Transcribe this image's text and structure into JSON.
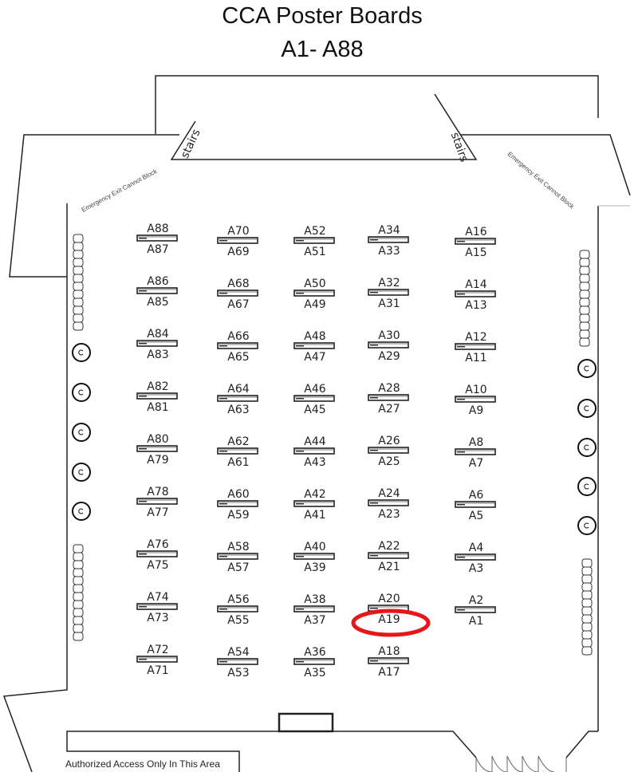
{
  "title": {
    "line1": "CCA Poster Boards",
    "line2": "A1- A88"
  },
  "labels": {
    "stairs_left": "stairs",
    "stairs_right": "stairs",
    "emergency_left": "Emergency Exit Cannot Block",
    "emergency_right": "Emergency Exit Cannot Block",
    "authorized": "Authorized Access Only In This Area"
  },
  "highlight": {
    "board": "A19",
    "color": "#e8161b"
  },
  "columns": [
    {
      "boards": [
        [
          "A88",
          "A87"
        ],
        [
          "A86",
          "A85"
        ],
        [
          "A84",
          "A83"
        ],
        [
          "A82",
          "A81"
        ],
        [
          "A80",
          "A79"
        ],
        [
          "A78",
          "A77"
        ],
        [
          "A76",
          "A75"
        ],
        [
          "A74",
          "A73"
        ],
        [
          "A72",
          "A71"
        ]
      ]
    },
    {
      "boards": [
        [
          "A70",
          "A69"
        ],
        [
          "A68",
          "A67"
        ],
        [
          "A66",
          "A65"
        ],
        [
          "A64",
          "A63"
        ],
        [
          "A62",
          "A61"
        ],
        [
          "A60",
          "A59"
        ],
        [
          "A58",
          "A57"
        ],
        [
          "A56",
          "A55"
        ],
        [
          "A54",
          "A53"
        ]
      ]
    },
    {
      "boards": [
        [
          "A52",
          "A51"
        ],
        [
          "A50",
          "A49"
        ],
        [
          "A48",
          "A47"
        ],
        [
          "A46",
          "A45"
        ],
        [
          "A44",
          "A43"
        ],
        [
          "A42",
          "A41"
        ],
        [
          "A40",
          "A39"
        ],
        [
          "A38",
          "A37"
        ],
        [
          "A36",
          "A35"
        ]
      ]
    },
    {
      "boards": [
        [
          "A34",
          "A33"
        ],
        [
          "A32",
          "A31"
        ],
        [
          "A30",
          "A29"
        ],
        [
          "A28",
          "A27"
        ],
        [
          "A26",
          "A25"
        ],
        [
          "A24",
          "A23"
        ],
        [
          "A22",
          "A21"
        ],
        [
          "A20",
          "A19"
        ],
        [
          "A18",
          "A17"
        ]
      ]
    },
    {
      "boards": [
        [
          "A16",
          "A15"
        ],
        [
          "A14",
          "A13"
        ],
        [
          "A12",
          "A11"
        ],
        [
          "A10",
          "A9"
        ],
        [
          "A8",
          "A7"
        ],
        [
          "A6",
          "A5"
        ],
        [
          "A4",
          "A3"
        ],
        [
          "A2",
          "A1"
        ]
      ]
    }
  ]
}
